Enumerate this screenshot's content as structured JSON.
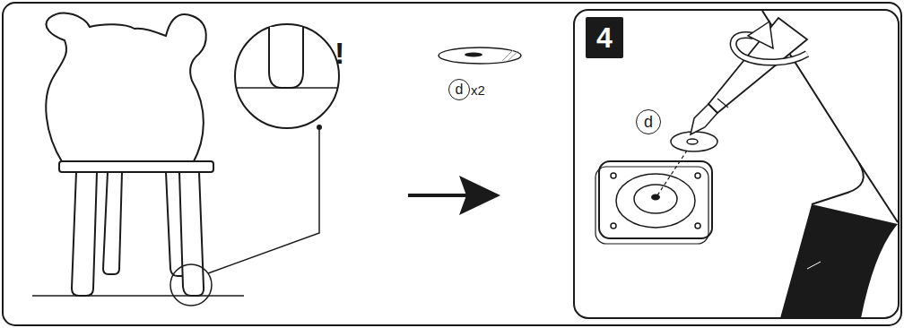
{
  "diagram": {
    "nodes": [
      {
        "text": [
          "d"
        ]
      },
      {
        "text": [
          "4"
        ]
      },
      {
        "text": [
          "d"
        ]
      }
    ],
    "labels": [
      "!",
      "x2"
    ]
  }
}
